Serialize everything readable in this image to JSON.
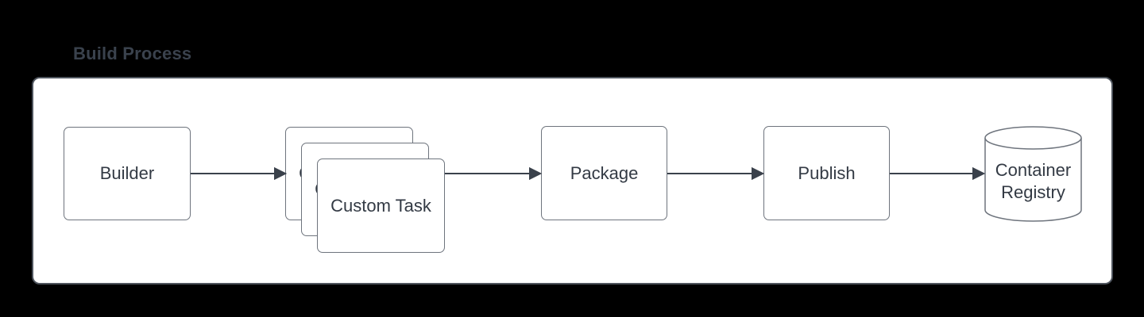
{
  "title": "Build Process",
  "diagram": {
    "nodes": {
      "builder": {
        "label": "Builder",
        "shape": "rounded-rectangle"
      },
      "custom_task": {
        "label": "Custom Task",
        "shape": "stacked-rounded-rectangles",
        "stack_count": 3
      },
      "package": {
        "label": "Package",
        "shape": "rounded-rectangle"
      },
      "publish": {
        "label": "Publish",
        "shape": "rounded-rectangle"
      },
      "container_registry": {
        "label": "Container Registry",
        "shape": "cylinder"
      }
    },
    "edges": [
      {
        "from": "builder",
        "to": "custom_task"
      },
      {
        "from": "custom_task",
        "to": "package"
      },
      {
        "from": "package",
        "to": "publish"
      },
      {
        "from": "publish",
        "to": "container_registry"
      }
    ],
    "colors": {
      "canvas_background": "#000000",
      "panel_fill": "#ffffff",
      "panel_border": "#4e545d",
      "node_fill": "#ffffff",
      "node_border": "#6e747d",
      "node_text": "#333a44",
      "title_text": "#3a424d",
      "arrow": "#3a414b"
    }
  }
}
